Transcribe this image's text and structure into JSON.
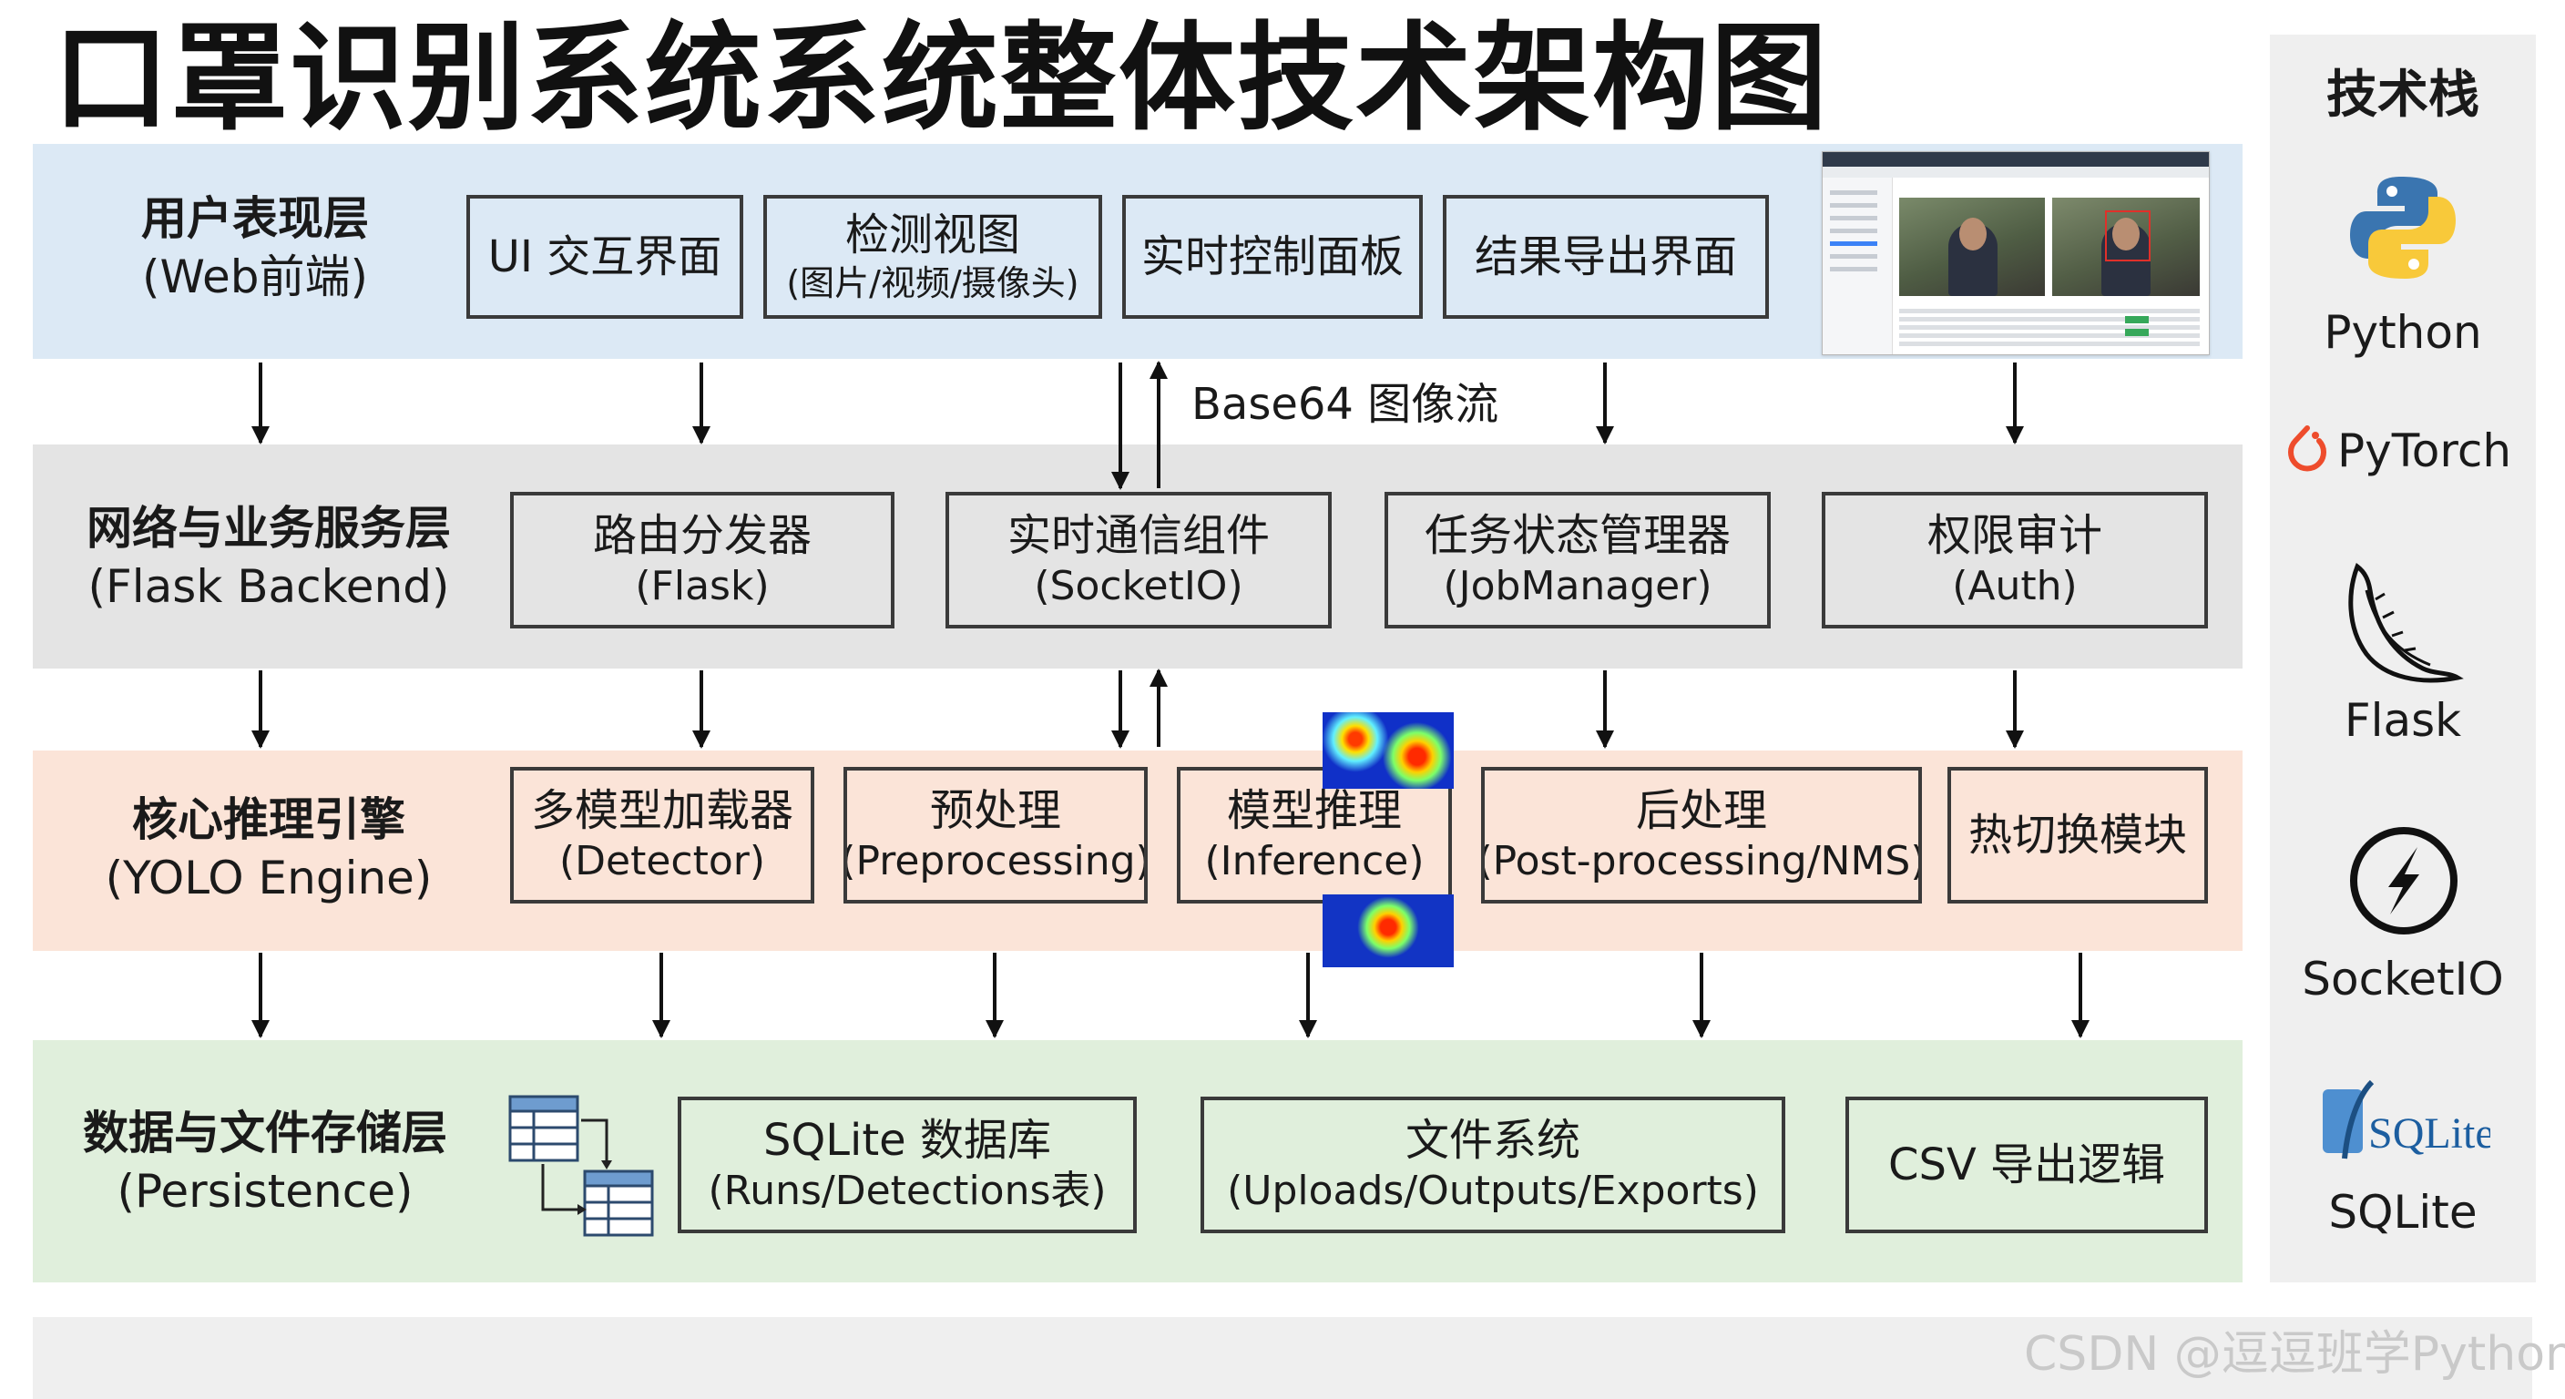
{
  "title": "口罩识别系统系统整体技术架构图",
  "layers": {
    "ui": {
      "label_zh": "用户表现层",
      "label_en": "(Web前端)",
      "boxes": [
        {
          "main": "UI 交互界面",
          "sub": ""
        },
        {
          "main": "检测视图",
          "sub": "(图片/视频/摄像头)"
        },
        {
          "main": "实时控制面板",
          "sub": ""
        },
        {
          "main": "结果导出界面",
          "sub": ""
        }
      ]
    },
    "network": {
      "label_zh": "网络与业务服务层",
      "label_en": "(Flask Backend)",
      "boxes": [
        {
          "main": "路由分发器",
          "sub": "(Flask)"
        },
        {
          "main": "实时通信组件",
          "sub": "(SocketIO)"
        },
        {
          "main": "任务状态管理器",
          "sub": "(JobManager)"
        },
        {
          "main": "权限审计",
          "sub": "(Auth)"
        }
      ]
    },
    "engine": {
      "label_zh": "核心推理引擎",
      "label_en": "(YOLO Engine)",
      "boxes": [
        {
          "main": "多模型加载器",
          "sub": "(Detector)"
        },
        {
          "main": "预处理",
          "sub": "(Preprocessing)"
        },
        {
          "main": "模型推理",
          "sub": "(Inference)"
        },
        {
          "main": "后处理",
          "sub": "(Post-processing/NMS)"
        },
        {
          "main": "热切换模块",
          "sub": ""
        }
      ]
    },
    "data": {
      "label_zh": "数据与文件存储层",
      "label_en": "(Persistence)",
      "boxes": [
        {
          "main": "SQLite 数据库",
          "sub": "(Runs/Detections表)"
        },
        {
          "main": "文件系统",
          "sub": "(Uploads/Outputs/Exports)"
        },
        {
          "main": "CSV 导出逻辑",
          "sub": ""
        }
      ]
    }
  },
  "annotations": {
    "stream_label": "Base64 图像流"
  },
  "tech_stack": {
    "title": "技术栈",
    "items": [
      {
        "label": "Python",
        "icon": "python-icon"
      },
      {
        "label": "PyTorch",
        "icon": "pytorch-icon"
      },
      {
        "label": "Flask",
        "icon": "flask-icon"
      },
      {
        "label": "SocketIO",
        "icon": "socketio-icon"
      },
      {
        "label": "SQLite",
        "icon": "sqlite-icon",
        "logo_text": "SQLite"
      }
    ]
  },
  "watermark": "CSDN @逗逗班学Python",
  "colors": {
    "ui_layer": "#dce9f5",
    "network_layer": "#e4e4e4",
    "engine_layer": "#fbe4d8",
    "data_layer": "#e0efdc",
    "stack_panel": "#efefef"
  }
}
